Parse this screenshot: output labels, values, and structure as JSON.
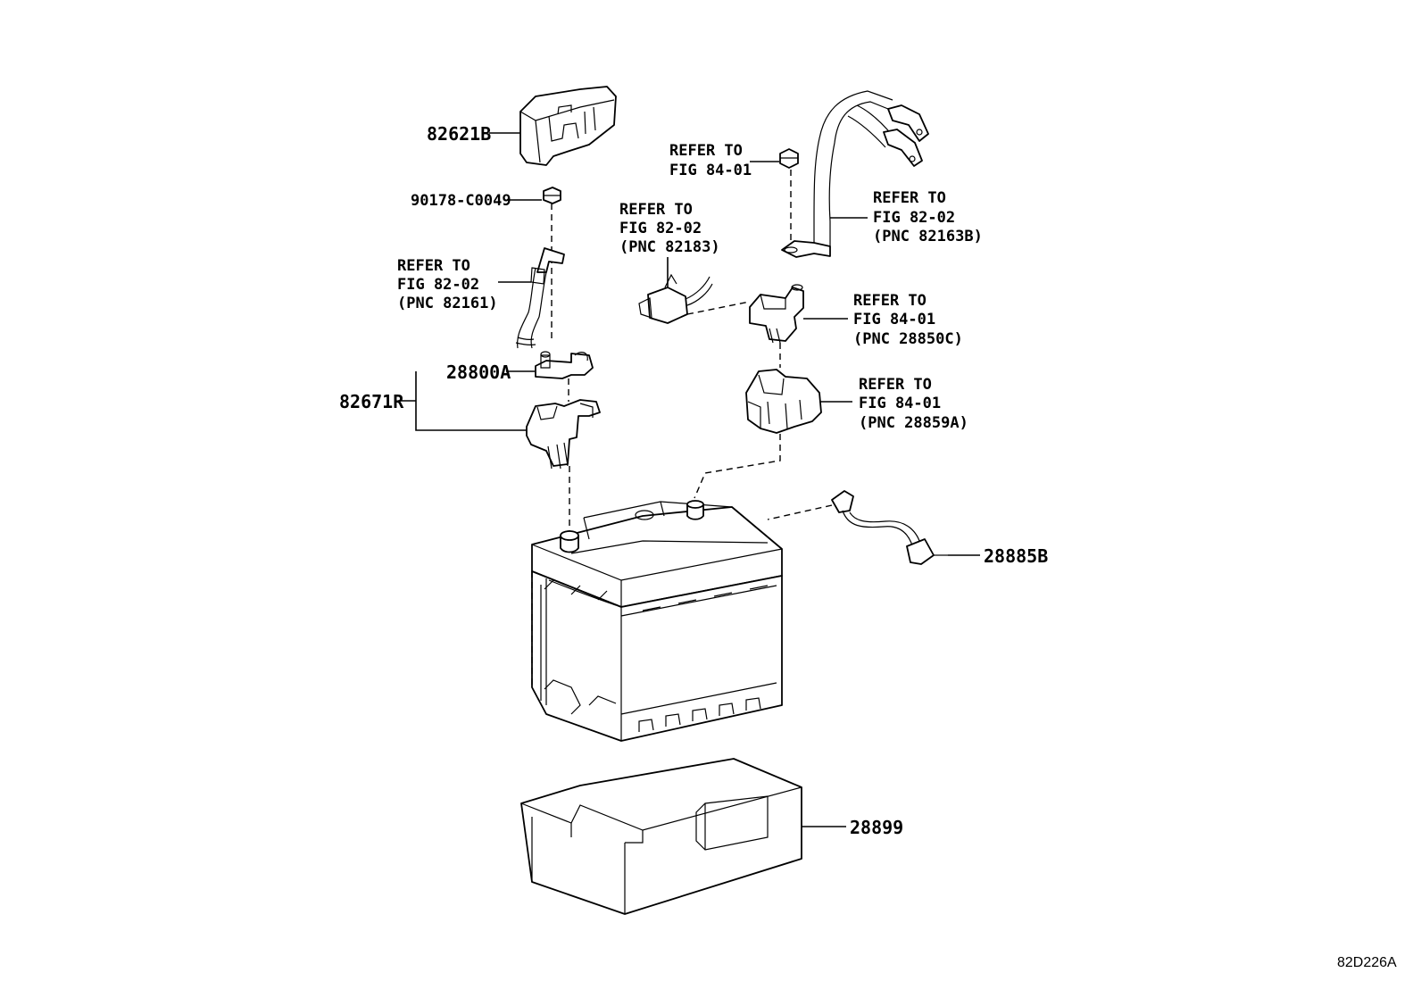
{
  "callouts": {
    "cover_82621b": "82621B",
    "nut_90178": "90178-C0049",
    "ref_82161": [
      "REFER TO",
      "FIG 82-02",
      "(PNC 82161)"
    ],
    "clamp_28800a": "28800A",
    "group_82671r": "82671R",
    "ref_82183": [
      "REFER TO",
      "FIG 82-02",
      "(PNC 82183)"
    ],
    "ref_nut_8401": [
      "REFER TO",
      "FIG 84-01"
    ],
    "ref_82163b": [
      "REFER TO",
      "FIG 82-02",
      "(PNC 82163B)"
    ],
    "ref_28850c": [
      "REFER TO",
      "FIG 84-01",
      "(PNC 28850C)"
    ],
    "ref_28859a": [
      "REFER TO",
      "FIG 84-01",
      "(PNC 28859A)"
    ],
    "hose_28885b": "28885B",
    "tray_28899": "28899"
  },
  "figure_id": "82D226A"
}
